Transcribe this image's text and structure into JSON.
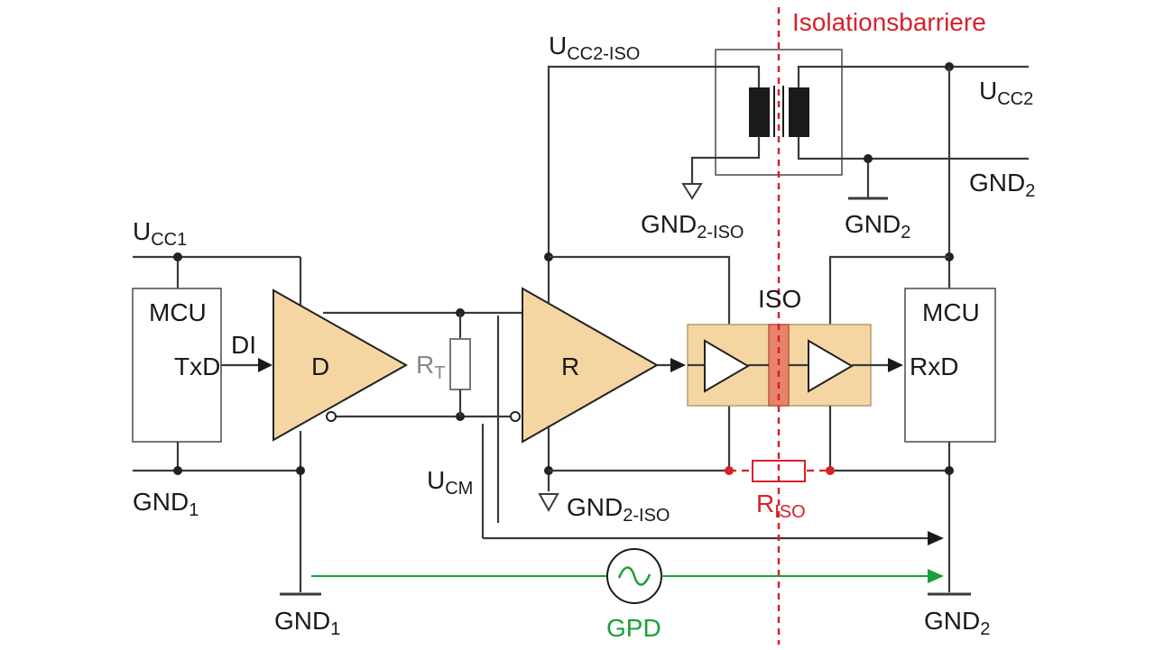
{
  "labels": {
    "isolation_barrier": "Isolationsbarriere",
    "ucc2_iso_main": "U",
    "ucc2_iso_sub": "CC2-ISO",
    "ucc2_main": "U",
    "ucc2_sub": "CC2",
    "gnd2_right_main": "GND",
    "gnd2_right_sub": "2",
    "gnd2_iso_top_main": "GND",
    "gnd2_iso_top_sub": "2-ISO",
    "gnd2_mid_main": "GND",
    "gnd2_mid_sub": "2",
    "ucc1_main": "U",
    "ucc1_sub": "CC1",
    "mcu_left": "MCU",
    "txd": "TxD",
    "di": "DI",
    "driver": "D",
    "rt_main": "R",
    "rt_sub": "T",
    "receiver": "R",
    "iso": "ISO",
    "mcu_right": "MCU",
    "rxd": "RxD",
    "gnd1_left_main": "GND",
    "gnd1_left_sub": "1",
    "ucm_main": "U",
    "ucm_sub": "CM",
    "gnd2_iso_bot_main": "GND",
    "gnd2_iso_bot_sub": "2-ISO",
    "riso_main": "R",
    "riso_sub": "ISO",
    "gnd1_bottom_main": "GND",
    "gnd1_bottom_sub": "1",
    "gpd": "GPD",
    "gnd2_bottom_main": "GND",
    "gnd2_bottom_sub": "2"
  },
  "colors": {
    "barrier": "#d8202a",
    "gpd_path": "#1aa03a",
    "amplifier_fill": "#f5d6a3",
    "isolator_fill": "#f5d6a3",
    "isolator_core": "#e8836a"
  }
}
